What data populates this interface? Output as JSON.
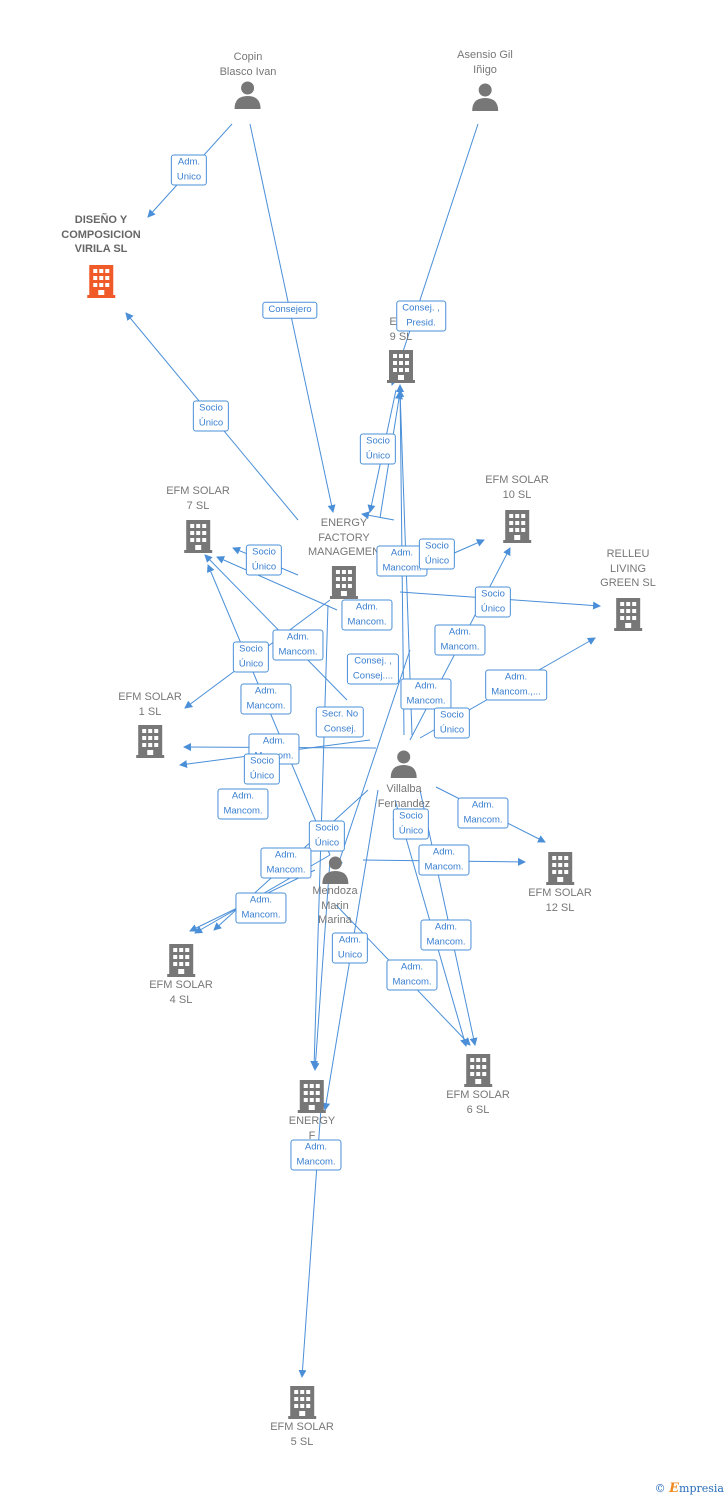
{
  "nodes": {
    "copin": {
      "label": "Copin\nBlasco Ivan",
      "kind": "person"
    },
    "asensio": {
      "label": "Asensio Gil\nIñigo",
      "kind": "person"
    },
    "diseno": {
      "label": "DISEÑO Y\nCOMPOSICION\nVIRILA  SL",
      "kind": "company-focus"
    },
    "efm9": {
      "label": "EFM\n9  SL",
      "kind": "company"
    },
    "efm10": {
      "label": "EFM SOLAR\n10  SL",
      "kind": "company"
    },
    "efm7": {
      "label": "EFM SOLAR\n7  SL",
      "kind": "company"
    },
    "energy_mgmt": {
      "label": "ENERGY\nFACTORY\nMANAGEMEN",
      "kind": "company"
    },
    "relleu": {
      "label": "RELLEU\nLIVING\nGREEN  SL",
      "kind": "company"
    },
    "efm1": {
      "label": "EFM SOLAR\n1  SL",
      "kind": "company"
    },
    "villalba": {
      "label": "Villalba\nFernandez\nJose",
      "kind": "person"
    },
    "mendoza": {
      "label": "Mendoza\nMarin\nMarina",
      "kind": "person"
    },
    "efm12": {
      "label": "EFM SOLAR\n12  SL",
      "kind": "company"
    },
    "efm4": {
      "label": "EFM SOLAR\n4  SL",
      "kind": "company"
    },
    "efm6": {
      "label": "EFM SOLAR\n6  SL",
      "kind": "company"
    },
    "energy_ge": {
      "label": "ENERGY\nF\nGE",
      "kind": "company"
    },
    "efm5": {
      "label": "EFM SOLAR\n5  SL",
      "kind": "company"
    }
  },
  "edge_labels": {
    "l1": "Adm.\nUnico",
    "l2": "Consejero",
    "l3": "Consej. ,\nPresid.",
    "l4": "Socio\nÚnico",
    "l5": "Socio\nÚnico",
    "l6": "Socio\nÚnico",
    "l7": "Adm.\nMancom.",
    "l8": "Socio\nÚnico",
    "l9": "Socio\nÚnico",
    "l10": "Adm.\nMancom.",
    "l11": "Adm.\nMancom.",
    "l12": "Socio\nÚnico",
    "l13": "Adm.\nMancom.",
    "l14": "Consej. ,\nConsej....",
    "l15": "Adm.\nMancom.,...",
    "l16": "Adm.\nMancom.",
    "l17": "Adm.\nMancom.",
    "l18": "Secr.  No\nConsej.",
    "l19": "Socio\nÚnico",
    "l20": "Adm.\nMancom.",
    "l21": "Socio\nÚnico",
    "l22": "Adm.\nMancom.",
    "l23": "Adm.\nMancom.",
    "l24": "Socio\nÚnico",
    "l25": "Socio\nÚnico",
    "l26": "Adm.\nMancom.",
    "l27": "Adm.\nMancom.",
    "l28": "Adm.\nMancom.",
    "l29": "Adm.\nUnico",
    "l30": "Adm.\nMancom.",
    "l31": "Adm.\nMancom.",
    "l32": "Adm.\nMancom."
  },
  "colors": {
    "edge": "#4a8fd8",
    "node_gray": "#777777",
    "focus": "#f05a28"
  },
  "brand": {
    "copyright": "©",
    "name_initial": "E",
    "name_rest": "mpresia"
  }
}
